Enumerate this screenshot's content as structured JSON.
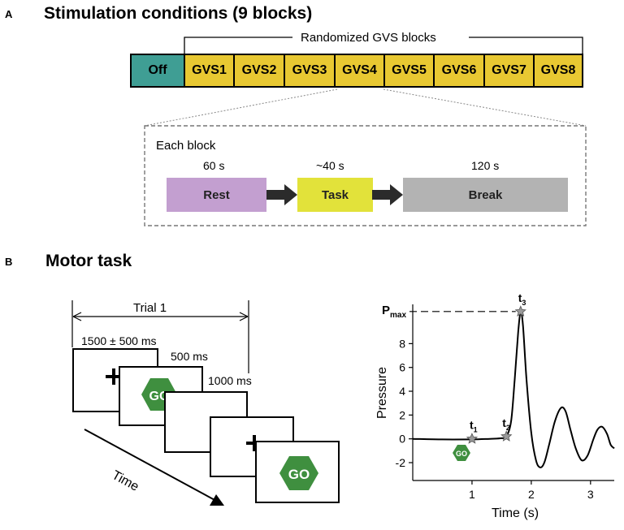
{
  "panel_a": {
    "letter": "A",
    "title": "Stimulation conditions (9 blocks)",
    "randomized_label": "Randomized GVS blocks",
    "blocks": [
      "Off",
      "GVS1",
      "GVS2",
      "GVS3",
      "GVS4",
      "GVS5",
      "GVS6",
      "GVS7",
      "GVS8"
    ],
    "colors": {
      "off": "#3f9e94",
      "gvs": "#e8c832",
      "rest": "#c39fd0",
      "task": "#e2e23a",
      "break": "#b3b3b3"
    },
    "each_block": {
      "title": "Each block",
      "phases": [
        {
          "label": "Rest",
          "duration": "60 s"
        },
        {
          "label": "Task",
          "duration": "~40 s"
        },
        {
          "label": "Break",
          "duration": "120 s"
        }
      ]
    }
  },
  "panel_b": {
    "letter": "B",
    "title": "Motor task",
    "trial_label": "Trial 1",
    "timings": [
      "1500 ± 500 ms",
      "500 ms",
      "1000 ms"
    ],
    "go_text": "GO",
    "time_label": "Time",
    "go_color": "#3f8f3f",
    "chart_data": {
      "type": "line",
      "xlabel": "Time (s)",
      "ylabel": "Pressure",
      "xticks": [
        1,
        2,
        3
      ],
      "yticks": [
        -2,
        0,
        2,
        4,
        6,
        8
      ],
      "xlim": [
        0.0,
        3.4
      ],
      "ylim": [
        -3.5,
        11.3
      ],
      "series": [
        {
          "x": [
            0.0,
            0.5,
            1.0,
            1.3,
            1.5,
            1.58,
            1.66,
            1.72,
            1.78,
            1.82,
            1.86,
            1.92,
            2.0,
            2.08,
            2.15,
            2.22,
            2.3,
            2.4,
            2.5,
            2.58,
            2.66,
            2.75,
            2.85,
            2.95,
            3.05,
            3.12,
            3.2,
            3.28,
            3.34,
            3.4
          ],
          "y": [
            0.0,
            -0.05,
            -0.05,
            0.0,
            0.05,
            0.2,
            1.5,
            5.0,
            9.0,
            10.7,
            9.5,
            5.0,
            0.5,
            -1.8,
            -2.4,
            -2.0,
            -0.5,
            1.5,
            2.6,
            2.3,
            0.8,
            -0.8,
            -1.8,
            -1.4,
            0.0,
            0.8,
            1.0,
            0.4,
            -0.5,
            -0.8
          ]
        }
      ],
      "markers": [
        {
          "label": "t1",
          "x": 1.0,
          "y": 0.0
        },
        {
          "label": "t2",
          "x": 1.58,
          "y": 0.2
        },
        {
          "label": "t3",
          "x": 1.82,
          "y": 10.7
        }
      ],
      "pmax_label": "Pmax",
      "pmax_value": 10.7
    }
  }
}
